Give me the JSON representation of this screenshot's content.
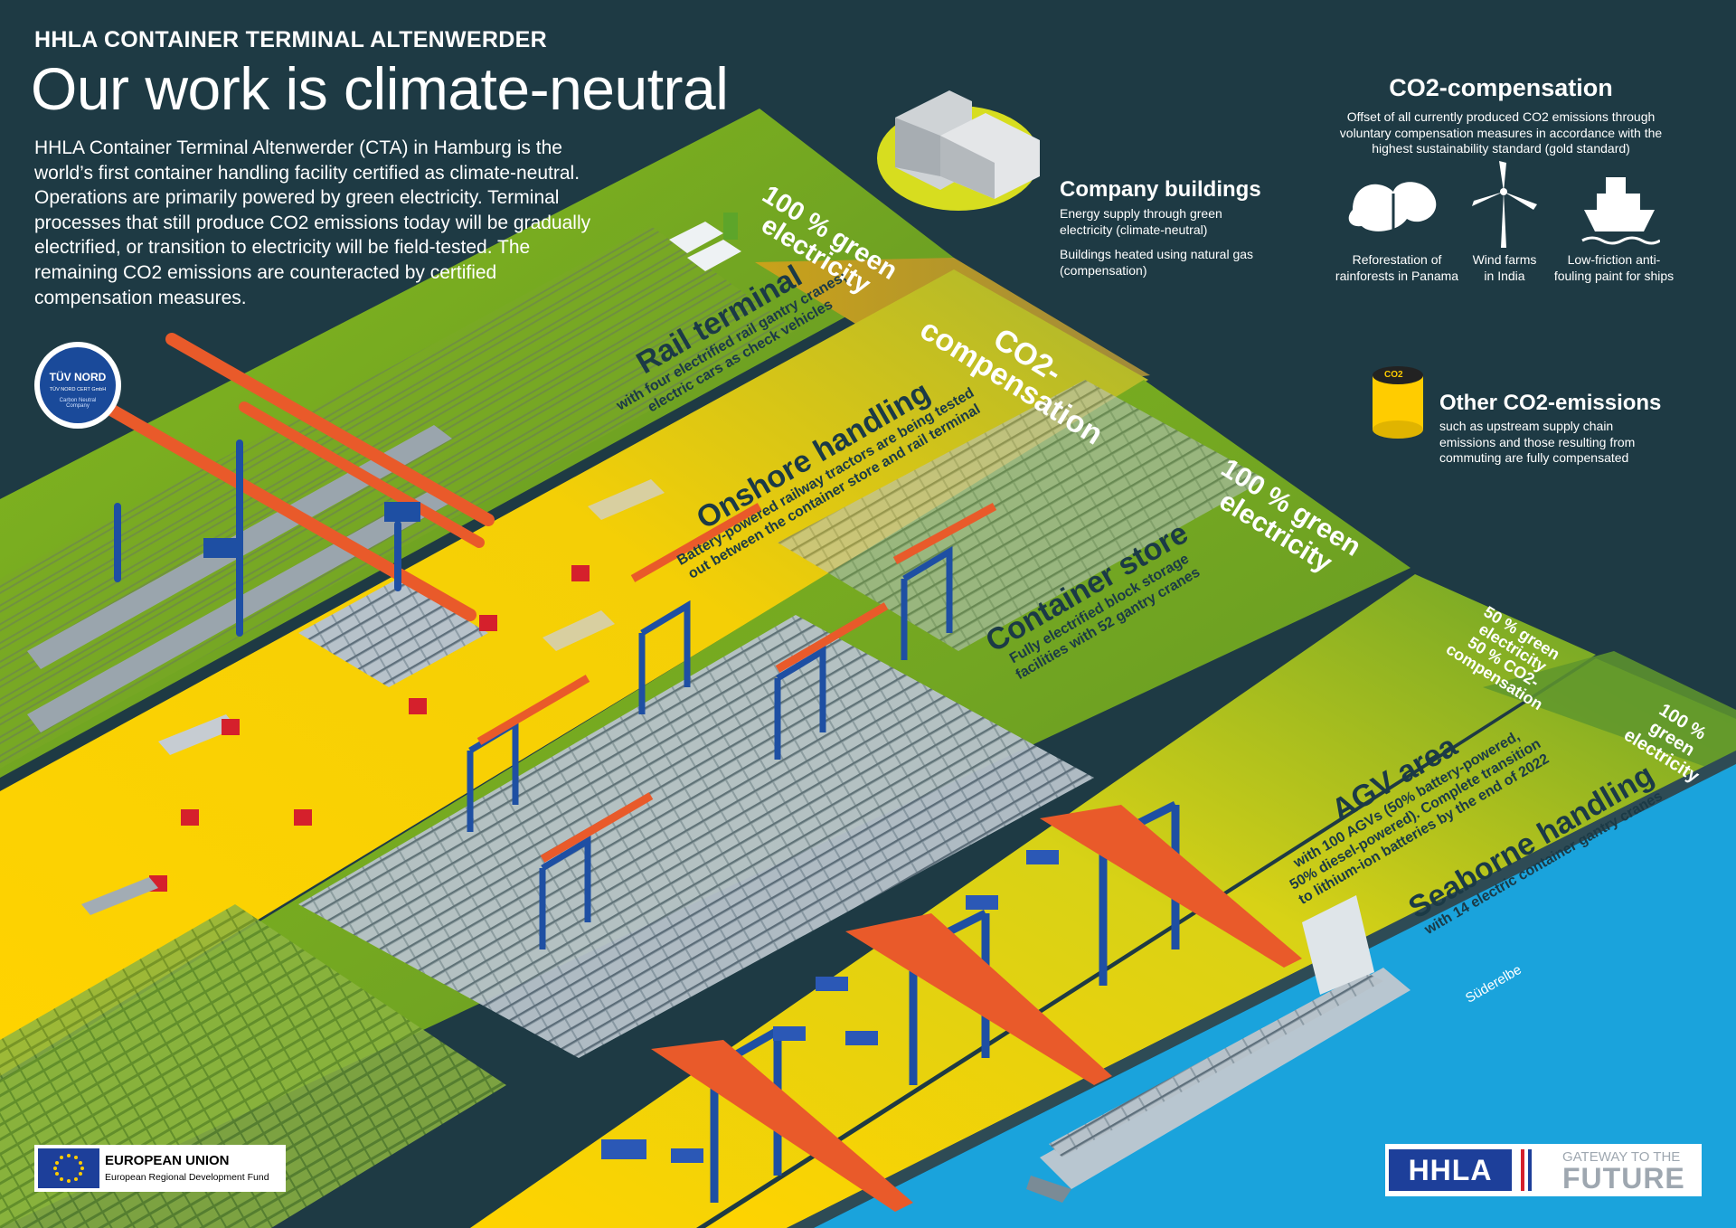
{
  "header": {
    "kicker": "HHLA CONTAINER TERMINAL ALTENWERDER",
    "headline": "Our work is climate-neutral",
    "intro": "HHLA Container Terminal Altenwerder (CTA) in Hamburg is the world’s first container handling facility certified as climate-neutral. Operations are primarily powered by green electricity. Terminal processes that still produce CO2 emissions today will be gradually electrified, or transition to electricity will be field-tested. The remaining CO2 emissions are counteracted by certified compensation measures."
  },
  "certification": {
    "brand": "TÜV NORD",
    "issuer": "TÜV NORD CERT GmbH",
    "ring_text": "Carbon Neutral Company"
  },
  "zones": {
    "rail": {
      "tag": "100 % green electricity",
      "title": "Rail terminal",
      "subtitle_1": "with four electrified rail gantry cranes;",
      "subtitle_2": "electric cars as check vehicles"
    },
    "onshore": {
      "tag": "CO2-compensation",
      "title": "Onshore handling",
      "subtitle_1": "Battery-powered railway tractors are being tested",
      "subtitle_2": "out between the container store and rail terminal"
    },
    "store": {
      "tag": "100 % green electricity",
      "title": "Container store",
      "subtitle_1": "Fully electrified block storage",
      "subtitle_2": "facilities with 52 gantry cranes"
    },
    "agv": {
      "tag_1": "50 % green electricity",
      "tag_2": "50 % CO2-compensation",
      "title": "AGV area",
      "subtitle_1": "with 100 AGVs (50% battery-powered,",
      "subtitle_2": "50% diesel-powered). Complete transition",
      "subtitle_3": "to lithium-ion batteries by the end of 2022"
    },
    "seaborne": {
      "tag": "100 % green electricity",
      "title": "Seaborne handling",
      "subtitle": "with 14 electric container gantry cranes"
    },
    "river": "Süderelbe"
  },
  "company_buildings": {
    "title": "Company buildings",
    "line_1": "Energy supply through green electricity (climate-neutral)",
    "line_2": "Buildings heated using natural gas (compensation)"
  },
  "compensation": {
    "title": "CO2-compensation",
    "desc": "Offset of all currently produced CO2 emissions through voluntary compensation measures in accordance with the highest sustainability standard (gold standard)",
    "items": [
      {
        "icon": "leaf-icon",
        "label": "Reforestation of rainforests in Panama"
      },
      {
        "icon": "wind-turbine-icon",
        "label": "Wind farms in India"
      },
      {
        "icon": "ship-icon",
        "label": "Low-friction anti-fouling paint for ships"
      }
    ]
  },
  "other_emissions": {
    "title": "Other CO2-emissions",
    "desc": "such as upstream supply chain emissions and those resulting from commuting are fully compensated",
    "badge": "CO2"
  },
  "footer": {
    "eu_title": "EUROPEAN UNION",
    "eu_sub": "European Regional Development Fund",
    "hhla": "HHLA",
    "gateway_1": "GATEWAY TO THE",
    "gateway_2": "FUTURE"
  },
  "colors": {
    "background": "#1e3a44",
    "green_zone": "#7fb31e",
    "yellow_zone": "#ffd700",
    "ochre_zone": "#b8973a",
    "water": "#1aa3dc",
    "crane_blue": "#1e4fa3",
    "crane_orange": "#e95a2a"
  }
}
